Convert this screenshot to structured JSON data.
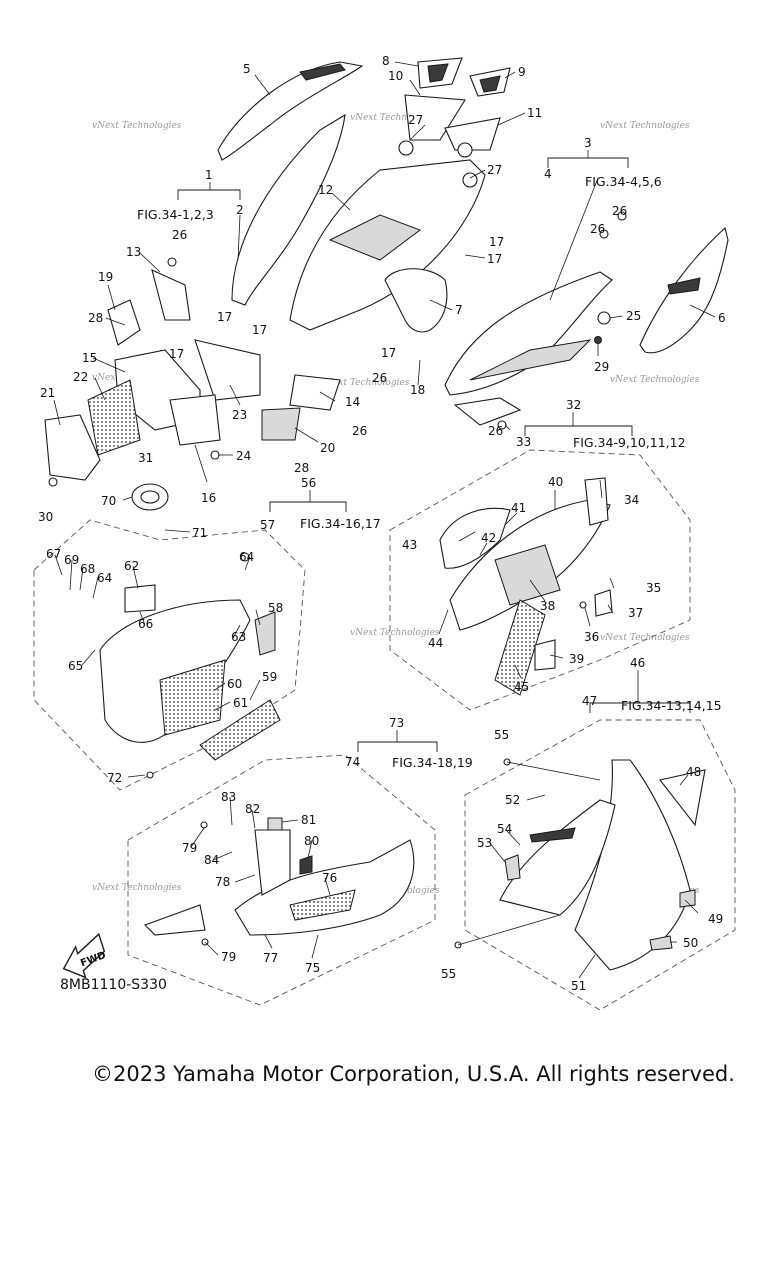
{
  "callouts": [
    "1",
    "2",
    "3",
    "4",
    "5",
    "6",
    "7",
    "8",
    "9",
    "10",
    "11",
    "12",
    "13",
    "14",
    "15",
    "16",
    "17",
    "18",
    "19",
    "20",
    "21",
    "22",
    "23",
    "24",
    "25",
    "26",
    "27",
    "28",
    "29",
    "30",
    "31",
    "32",
    "33",
    "34",
    "35",
    "36",
    "37",
    "38",
    "39",
    "40",
    "41",
    "42",
    "43",
    "44",
    "45",
    "46",
    "47",
    "48",
    "49",
    "50",
    "51",
    "52",
    "53",
    "54",
    "55",
    "56",
    "57",
    "58",
    "59",
    "60",
    "61",
    "62",
    "63",
    "64",
    "65",
    "66",
    "67",
    "68",
    "69",
    "70",
    "71",
    "72",
    "73",
    "74",
    "75",
    "76",
    "77",
    "78",
    "79",
    "80",
    "81",
    "82",
    "83",
    "84"
  ],
  "fig_refs": {
    "group_1": "FIG.34-1,2,3",
    "group_3": "FIG.34-4,5,6",
    "group_32": "FIG.34-9,10,11,12",
    "group_56": "FIG.34-16,17",
    "group_46": "FIG.34-13,14,15",
    "group_73": "FIG.34-18,19"
  },
  "watermark": "vNext Technologies",
  "fwd_label": "FWD",
  "diagram_code": "8MB1110-S330",
  "copyright": "©2023 Yamaha Motor Corporation, U.S.A. All rights reserved."
}
